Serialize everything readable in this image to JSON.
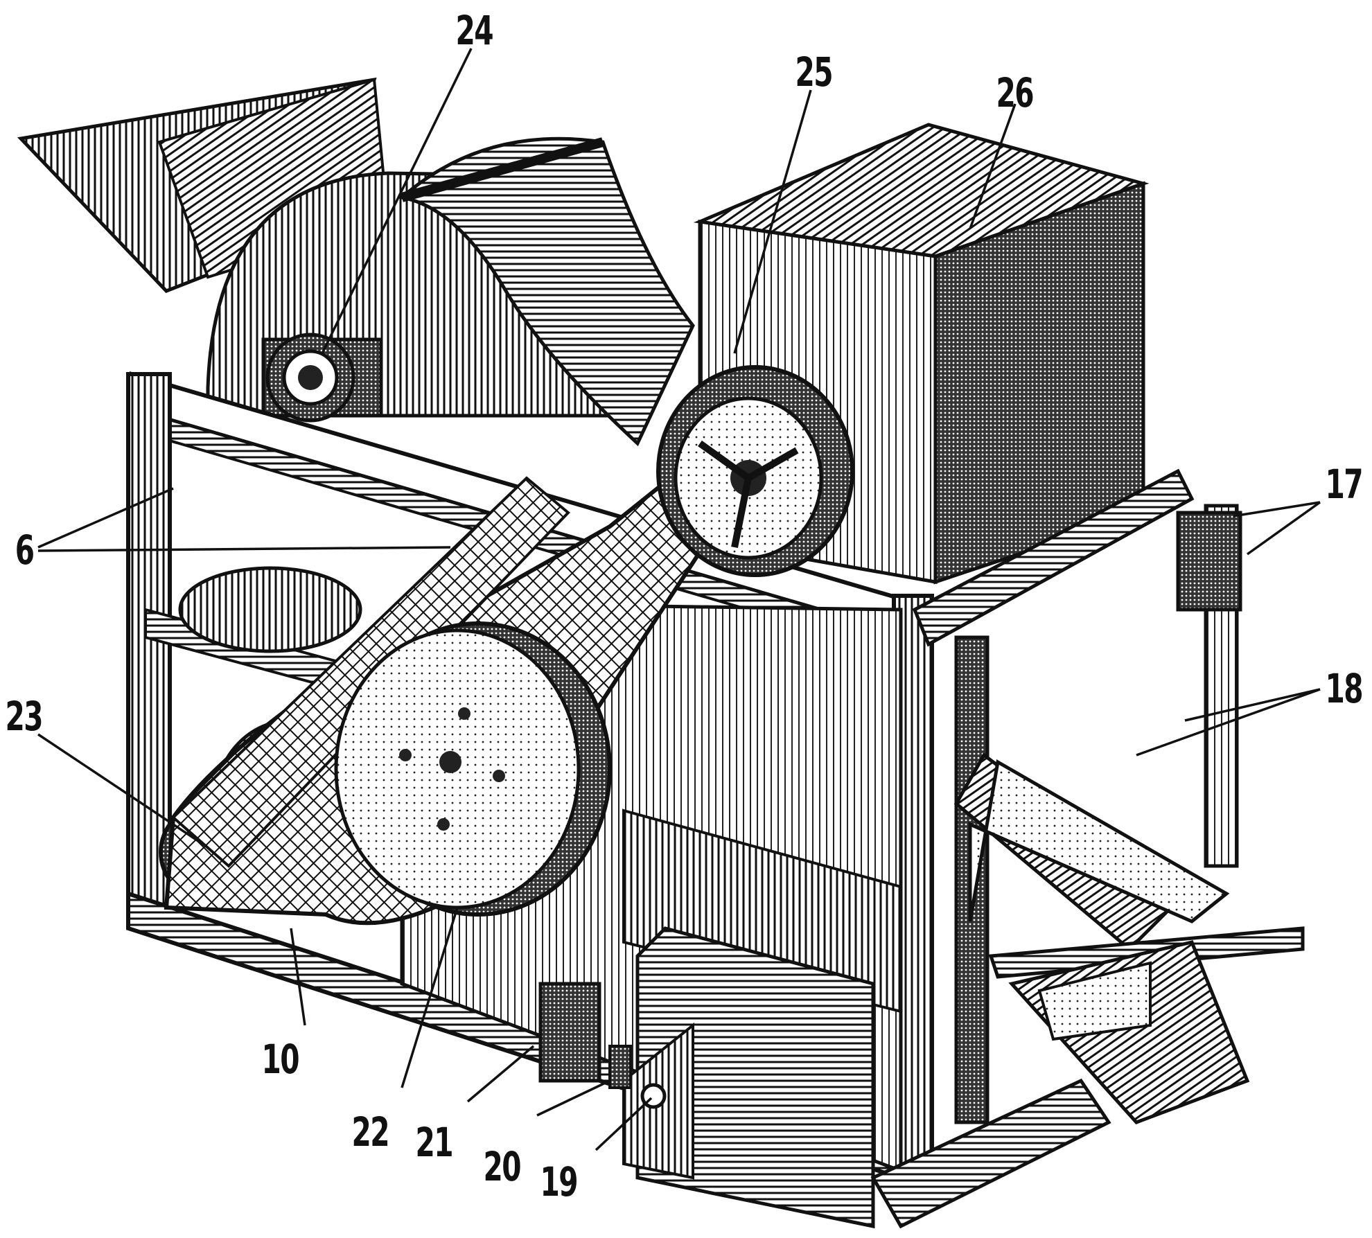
{
  "callouts": {
    "c6": "6",
    "c10": "10",
    "c17": "17",
    "c18": "18",
    "c19": "19",
    "c20": "20",
    "c21": "21",
    "c22": "22",
    "c23": "23",
    "c24": "24",
    "c25": "25",
    "c26": "26"
  },
  "colors": {
    "ink": "#111111",
    "paper": "#ffffff",
    "mid": "#8a8a8a"
  }
}
